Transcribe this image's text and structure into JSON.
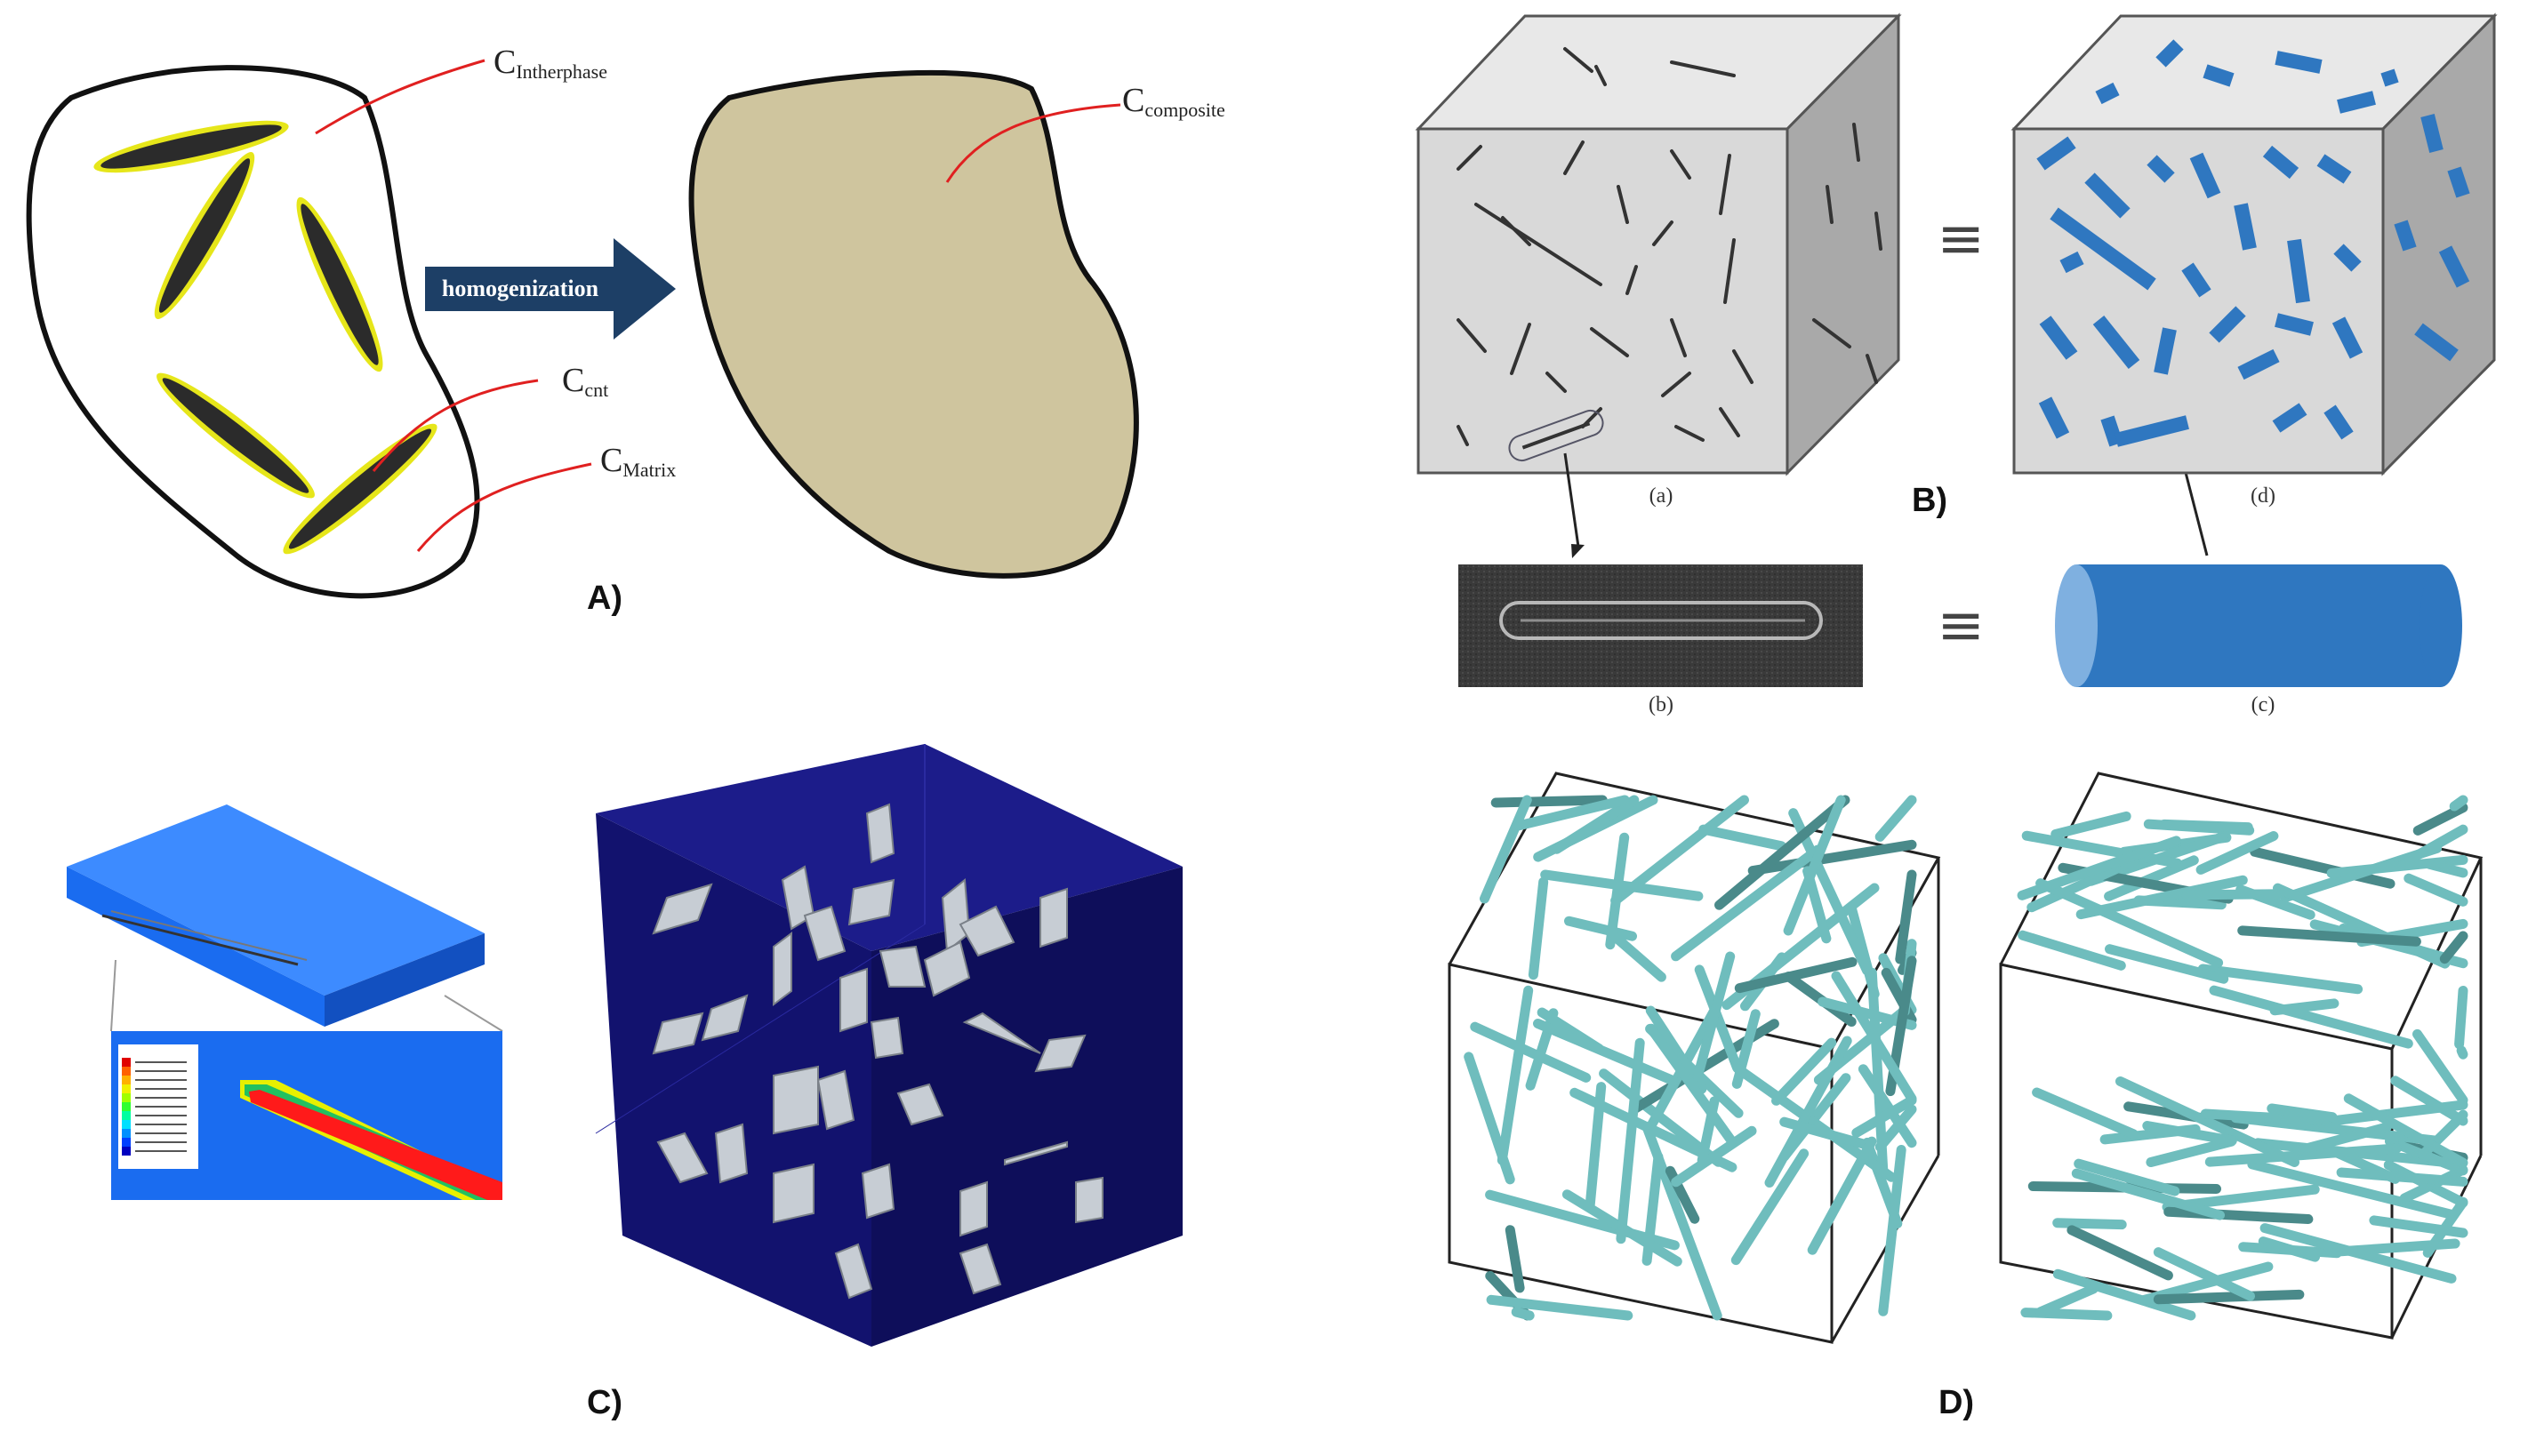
{
  "panel_a": {
    "label": "A)",
    "arrow_text": "homogenization",
    "c_interphase": {
      "main": "C",
      "sub": "Intherphase"
    },
    "c_cnt": {
      "main": "C",
      "sub": "cnt"
    },
    "c_matrix": {
      "main": "C",
      "sub": "Matrix"
    },
    "c_composite": {
      "main": "C",
      "sub": "composite"
    }
  },
  "panel_b": {
    "label": "B)",
    "equiv": "≡",
    "captions": {
      "a": "(a)",
      "b": "(b)",
      "c": "(c)",
      "d": "(d)"
    }
  },
  "panel_c": {
    "label": "C)"
  },
  "panel_d": {
    "label": "D)"
  },
  "colors": {
    "ellipse_fill": "#2b2b2b",
    "interphase": "#e6e61a",
    "composite_fill": "#cfc59e",
    "arrow_fill": "#1d3f66",
    "leader": "#e02020",
    "cube_front": "#d9d9d9",
    "cube_top": "#e8e8e8",
    "cube_side": "#a9a9a9",
    "fiber_blue": "#2f77c0",
    "slab_blue": "#1a6cf0",
    "dark_cube": "#12126e",
    "fiber_cyan": "#6fbdbd"
  }
}
